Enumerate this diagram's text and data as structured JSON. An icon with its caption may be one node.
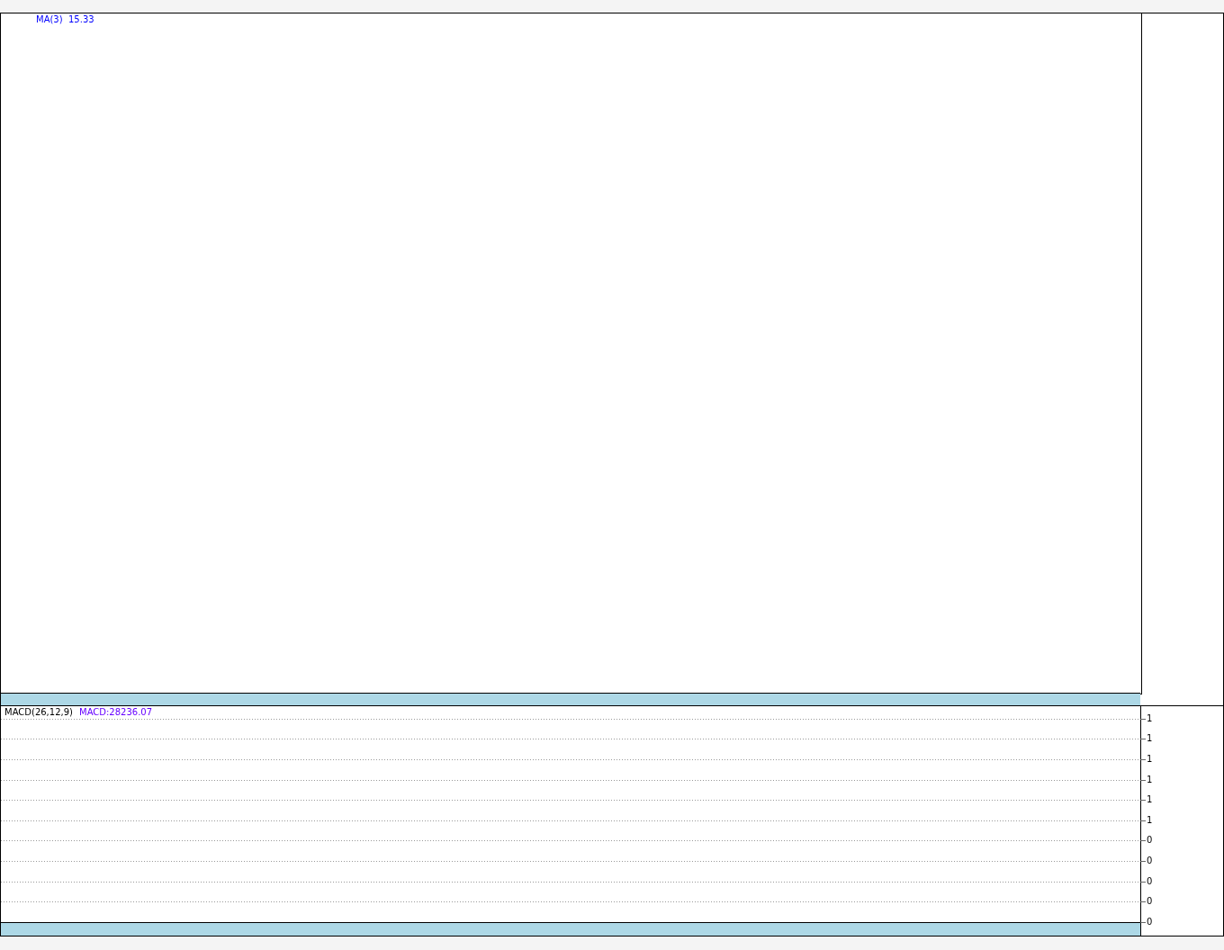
{
  "diagram": {
    "labels": [
      "MA(3)",
      "15.33",
      "MACD(26,12,9)",
      "MACD:28236.07",
      "1",
      "1",
      "1",
      "1",
      "1",
      "1",
      "0",
      "0",
      "0",
      "0",
      "0"
    ]
  }
}
